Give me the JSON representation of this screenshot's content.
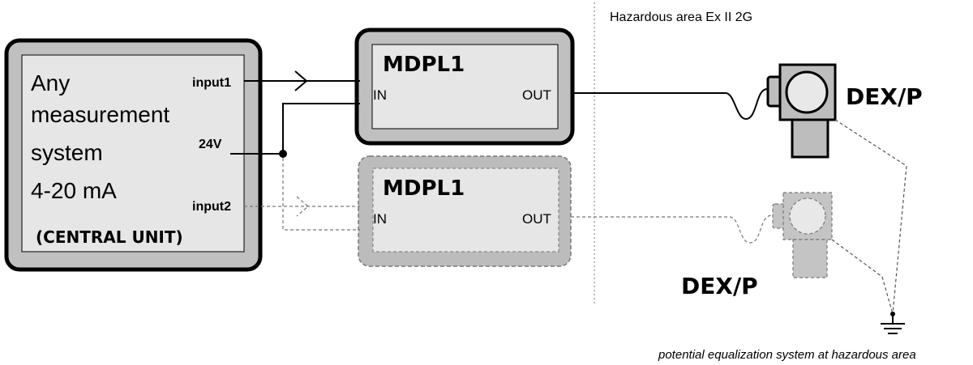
{
  "central_unit": {
    "lines": [
      "Any",
      "measurement",
      "system",
      "4-20 mA"
    ],
    "sublabel": "(CENTRAL UNIT)",
    "port_input1": "input1",
    "port_24v": "24V",
    "port_input2": "input2"
  },
  "mdpl_top": {
    "title": "MDPL1",
    "in_label": "IN",
    "out_label": "OUT"
  },
  "mdpl_bottom": {
    "title": "MDPL1",
    "in_label": "IN",
    "out_label": "OUT"
  },
  "hazard_label": "Hazardous area Ex II 2G",
  "dex_top": {
    "label": "DEX/P"
  },
  "dex_bottom": {
    "label": "DEX/P"
  },
  "ground_caption": "potential equalization system at hazardous area",
  "colors": {
    "line_solid": "#000000",
    "line_dashed": "#777777",
    "box_fill": "#c0c0c0",
    "box_inner": "#e6e6e6",
    "device_fill": "#bdbdbd"
  }
}
